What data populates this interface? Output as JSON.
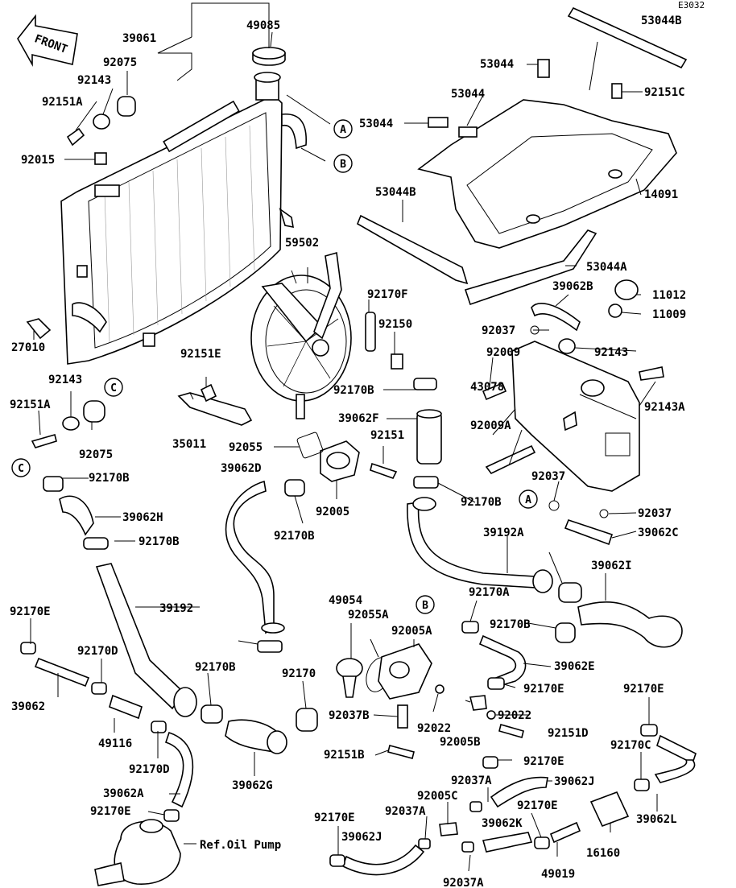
{
  "code": "E3032",
  "front_label": "FRONT",
  "ref_label": "Ref.Oil Pump",
  "part_labels": [
    "49085",
    "39061",
    "92075",
    "92143",
    "92151A",
    "92015",
    "27010",
    "92143",
    "92151A",
    "92075",
    "53044B",
    "53044",
    "53044",
    "53044",
    "92151C",
    "14091",
    "53044B",
    "53044A",
    "59502",
    "92170F",
    "39062B",
    "11012",
    "11009",
    "92150",
    "92037",
    "92009",
    "92143",
    "92151E",
    "35011",
    "92170B",
    "43078",
    "92143A",
    "92009A",
    "39062F",
    "92055",
    "92151",
    "39062D",
    "92005",
    "92170B",
    "92170B",
    "39062H",
    "92170B",
    "92037",
    "92170B",
    "92037",
    "39192A",
    "39062C",
    "39192",
    "92170E",
    "49054",
    "92055A",
    "92170A",
    "92005A",
    "92170B",
    "39062I",
    "92170D",
    "92170B",
    "92170",
    "39062E",
    "39062",
    "92170E",
    "49116",
    "92022",
    "92037B",
    "92022",
    "92151D",
    "92005B",
    "92170D",
    "92151B",
    "39062G",
    "92170E",
    "92170E",
    "39062A",
    "92037A",
    "39062J",
    "92170C",
    "92170E",
    "92005C",
    "92170E",
    "92037A",
    "92170E",
    "39062J",
    "39062K",
    "39062L",
    "16160",
    "49019",
    "92037A"
  ],
  "callouts": [
    "A",
    "B",
    "C",
    "A",
    "B",
    "C"
  ]
}
